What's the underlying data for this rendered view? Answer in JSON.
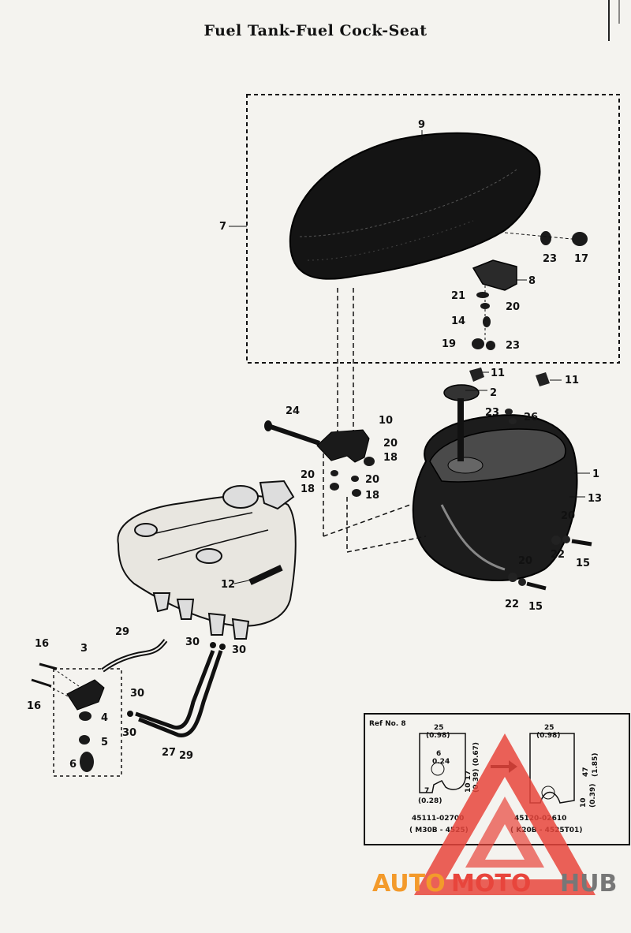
{
  "title": "Fuel Tank-Fuel Cock-Seat",
  "callouts": {
    "seat_group": {
      "n9": "9",
      "n7": "7",
      "n23a": "23",
      "n17": "17",
      "n8": "8",
      "n21": "21",
      "n20a": "20",
      "n14": "14",
      "n19": "19",
      "n23b": "23"
    },
    "tank": {
      "n11a": "11",
      "n11b": "11",
      "n2": "2",
      "n23": "23",
      "n26": "26",
      "n1": "1",
      "n13": "13",
      "n20a": "20",
      "n22a": "22",
      "n15a": "15",
      "n20b": "20",
      "n22b": "22",
      "n15b": "15"
    },
    "bracket": {
      "n24": "24",
      "n10": "10",
      "n20a": "20",
      "n18a": "18",
      "n20b": "20",
      "n18b": "18",
      "n20c": "20",
      "n18c": "18"
    },
    "lower": {
      "n12": "12",
      "n30a": "30",
      "n30b": "30",
      "n16a": "16",
      "n16b": "16",
      "n3": "3",
      "n29a": "29",
      "n30c": "30",
      "n4": "4",
      "n30d": "30",
      "n5": "5",
      "n6": "6",
      "n27": "27",
      "n29b": "29"
    }
  },
  "ref_box": {
    "heading": "Ref  No. 8",
    "left": {
      "dim_top": "25",
      "dim_top_in": "(0.98)",
      "dim_hole": "6",
      "dim_hole_in": "0.24",
      "dim_side": "10   17",
      "dim_side_in": "(0.39)  (0.67)",
      "dim_bottom": "7",
      "dim_bottom_in": "(0.28)",
      "part_no": "45111-02700",
      "code": "( M30B - 4525)"
    },
    "right": {
      "dim_top": "25",
      "dim_top_in": "(0.98)",
      "dim_side": "47",
      "dim_side_in": "(1.85)",
      "dim_bottom": "10",
      "dim_bottom_in": "(0.39)",
      "part_no": "45120-02610",
      "code": "( K20B - 4525T01)"
    }
  },
  "watermark": {
    "part1": "AUTO",
    "part2": "MOTO",
    "part3": "HUB"
  },
  "colors": {
    "ink": "#111111",
    "paper": "#f4f3ef",
    "watermark_red": "#e8453c",
    "watermark_orange": "#f39a2b",
    "watermark_gray": "#777777"
  }
}
